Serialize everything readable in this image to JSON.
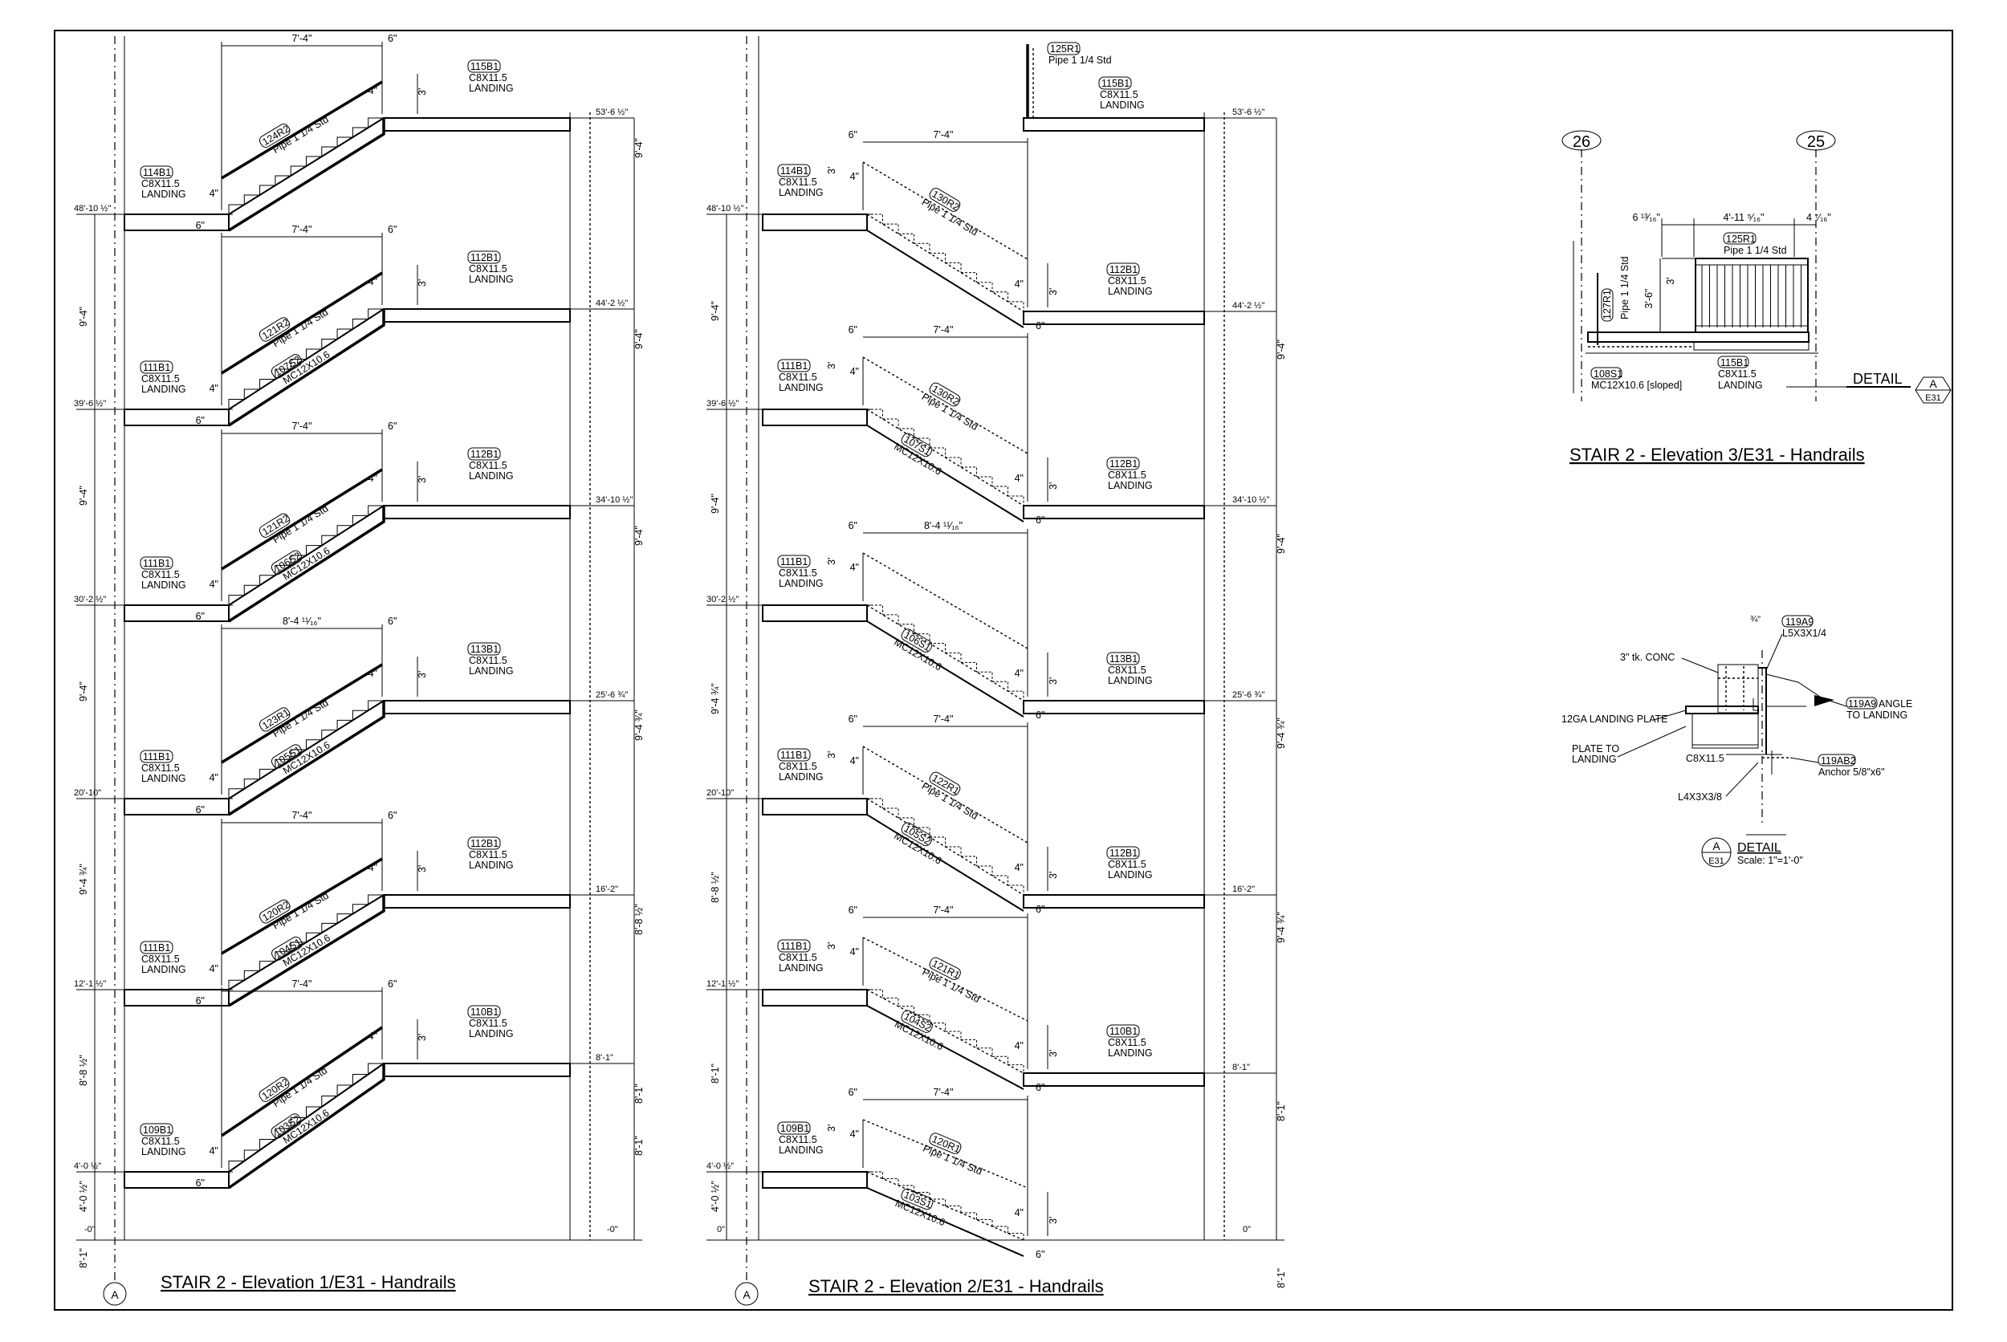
{
  "sheet": {
    "border_color": "#000000",
    "grid_bubble_label": "A"
  },
  "elevation1": {
    "title": "STAIR 2 - Elevation 1/E31 - Handrails",
    "flights": [
      {
        "handrail": "124R2",
        "handrail_desc": "Pipe 1 1/4 Std",
        "stringer": "",
        "top_landing": "115B1",
        "top_elev": "53'-6 ½\"",
        "bot_landing": "114B1",
        "bot_elev": "48'-10 ½\"",
        "run": "7'-4\"",
        "story": "9'-4\""
      },
      {
        "handrail": "121R2",
        "handrail_desc": "Pipe 1 1/4 Std",
        "stringer": "107S2",
        "top_landing": "112B1",
        "top_elev": "44'-2 ½\"",
        "bot_landing": "111B1",
        "bot_elev": "39'-6 ½\"",
        "run": "7'-4\"",
        "story": "9'-4\""
      },
      {
        "handrail": "121R2",
        "handrail_desc": "Pipe 1 1/4 Std",
        "stringer": "106S2",
        "top_landing": "112B1",
        "top_elev": "34'-10 ½\"",
        "bot_landing": "111B1",
        "bot_elev": "30'-2 ½\"",
        "run": "7'-4\"",
        "story": "9'-4\""
      },
      {
        "handrail": "123R1",
        "handrail_desc": "Pipe 1 1/4 Std",
        "stringer": "105S1",
        "top_landing": "113B1",
        "top_elev": "25'-6 ¾\"",
        "bot_landing": "111B1",
        "bot_elev": "20'-10\"",
        "run": "8'-4 ¹¹⁄₁₆\"",
        "story": "9'-4 ¾\""
      },
      {
        "handrail": "120R2",
        "handrail_desc": "Pipe 1 1/4 Std",
        "stringer": "104S1",
        "top_landing": "112B1",
        "top_elev": "16'-2\"",
        "bot_landing": "111B1",
        "bot_elev": "12'-1 ½\"",
        "run": "7'-4\"",
        "story": "8'-8 ½\""
      },
      {
        "handrail": "120R2",
        "handrail_desc": "Pipe 1 1/4 Std",
        "stringer": "103S2",
        "top_landing": "110B1",
        "top_elev": "8'-1\"",
        "bot_landing": "109B1",
        "bot_elev": "4'-0 ½\"",
        "run": "7'-4\"",
        "story": "8'-1\""
      }
    ],
    "bottom_elev": "-0\"",
    "bottom_story": "4'-0 ½\"",
    "right_story_bottom": "8'-1\""
  },
  "elevation2": {
    "title": "STAIR 2 - Elevation 2/E31 - Handrails",
    "top_rail": "125R1",
    "top_rail_desc": "Pipe 1 1/4 Std",
    "top_landing": "115B1",
    "top_elev": "53'-6 ½\"",
    "flights": [
      {
        "handrail": "130R2",
        "handrail_desc": "Pipe 1 1/4 Std",
        "stringer": "",
        "left_landing": "114B1",
        "left_elev": "48'-10 ½\"",
        "right_landing": "112B1",
        "right_elev": "44'-2 ½\"",
        "run": "7'-4\"",
        "story": "9'-4\""
      },
      {
        "handrail": "130R2",
        "handrail_desc": "Pipe 1 1/4 Std",
        "stringer": "107S1",
        "left_landing": "111B1",
        "left_elev": "39'-6 ½\"",
        "right_landing": "112B1",
        "right_elev": "34'-10 ½\"",
        "run": "7'-4\"",
        "story": "9'-4\""
      },
      {
        "handrail": "",
        "handrail_desc": "",
        "stringer": "106S1",
        "left_landing": "111B1",
        "left_elev": "30'-2 ½\"",
        "right_landing": "113B1",
        "right_elev": "25'-6 ¾\"",
        "run": "8'-4 ¹¹⁄₁₆\"",
        "story": "9'-4 ¾\""
      },
      {
        "handrail": "122R1",
        "handrail_desc": "Pipe 1 1/4 Std",
        "stringer": "105S2",
        "left_landing": "111B1",
        "left_elev": "20'-10\"",
        "right_landing": "112B1",
        "right_elev": "16'-2\"",
        "run": "7'-4\"",
        "story": "9'-4 ¾\""
      },
      {
        "handrail": "121R1",
        "handrail_desc": "Pipe 1 1/4 Std",
        "stringer": "104S2",
        "left_landing": "111B1",
        "left_elev": "12'-1 ½\"",
        "right_landing": "110B1",
        "right_elev": "8'-1\"",
        "run": "7'-4\"",
        "story": "8'-1\""
      },
      {
        "handrail": "120R1",
        "handrail_desc": "Pipe 1 1/4 Std",
        "stringer": "103S1",
        "left_landing": "109B1",
        "left_elev": "4'-0 ½\"",
        "right_landing": "",
        "right_elev": "",
        "run": "7'-4\"",
        "story": "8'-1\""
      }
    ],
    "bottom_elev": "0\"",
    "left_stories": [
      "9'-4\"",
      "9'-4\"",
      "9'-4 ¾\"",
      "8'-8 ½\"",
      "8'-1\"",
      "4'-0 ½\""
    ]
  },
  "elevation3": {
    "title": "STAIR 2 - Elevation 3/E31 - Handrails",
    "grid_left": "26",
    "grid_right": "25",
    "dim_left": "6 ¹³⁄₁₆\"",
    "dim_mid": "4'-11 ⁵⁄₁₆\"",
    "dim_right": "4 ⁷⁄₁₆\"",
    "rail": "125R1",
    "rail_desc": "Pipe 1 1/4 Std",
    "side_rail": "127R1",
    "side_rail_desc": "Pipe 1 1/4 Std",
    "height": "3'-6\"",
    "height2": "3'",
    "stringer": "108S1",
    "stringer_desc": "MC12X10.6 [sloped]",
    "landing": "115B1",
    "landing_desc": "C8X11.5",
    "landing_word": "LANDING",
    "detail_label": "DETAIL",
    "detail_id": "A",
    "detail_sheet": "E31"
  },
  "detailA": {
    "concrete": "3\" tk. CONC",
    "plate": "12GA LANDING PLATE",
    "plate_to": "PLATE TO",
    "plate_to2": "LANDING",
    "angle_tag": "119A9",
    "angle_desc": "L5X3X1/4",
    "angle_note_tag": "119A9",
    "angle_note": "ANGLE",
    "angle_note2": "TO LANDING",
    "channel": "C8X11.5",
    "anchor_tag": "119AB2",
    "anchor_desc": "Anchor 5/8\"x6\"",
    "lower_angle": "L4X3X3/8",
    "fraction": "¾\"",
    "id": "A",
    "sheet": "E31",
    "label": "DETAIL",
    "scale": "Scale: 1\"=1'-0\""
  },
  "common": {
    "channel": "C8X11.5",
    "landing": "LANDING",
    "stringer_desc": "MC12X10.6",
    "six": "6\"",
    "four": "4\"",
    "three": "3'"
  }
}
